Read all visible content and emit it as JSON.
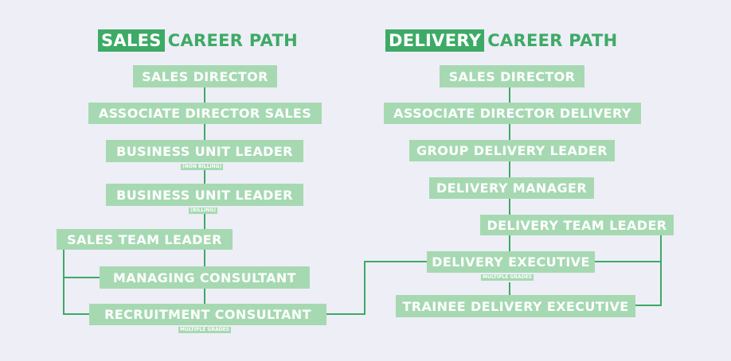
{
  "sales": {
    "title_highlight": "SALES",
    "title_rest": "CAREER PATH",
    "roles": {
      "director": "SALES DIRECTOR",
      "assoc_director": "ASSOCIATE DIRECTOR SALES",
      "bul_nonbilling": "BUSINESS UNIT LEADER",
      "bul_nonbilling_tag": "(NON BILLING)",
      "bul_billing": "BUSINESS UNIT LEADER",
      "bul_billing_tag": "(BILLING)",
      "team_leader": "SALES TEAM LEADER",
      "managing_consultant": "MANAGING CONSULTANT",
      "recruitment_consultant": "RECRUITMENT CONSULTANT",
      "recruitment_consultant_tag": "MULTIPLE GRADES"
    }
  },
  "delivery": {
    "title_highlight": "DELIVERY",
    "title_rest": "CAREER PATH",
    "roles": {
      "director": "SALES DIRECTOR",
      "assoc_director": "ASSOCIATE DIRECTOR DELIVERY",
      "group_leader": "GROUP DELIVERY LEADER",
      "manager": "DELIVERY MANAGER",
      "team_leader": "DELIVERY TEAM LEADER",
      "executive": "DELIVERY EXECUTIVE",
      "executive_tag": "MULTIPLE GRADES",
      "trainee": "TRAINEE DELIVERY EXECUTIVE"
    }
  },
  "colors": {
    "accent": "#3daa66",
    "box": "#a6d9b2",
    "background": "#eeeef6"
  }
}
